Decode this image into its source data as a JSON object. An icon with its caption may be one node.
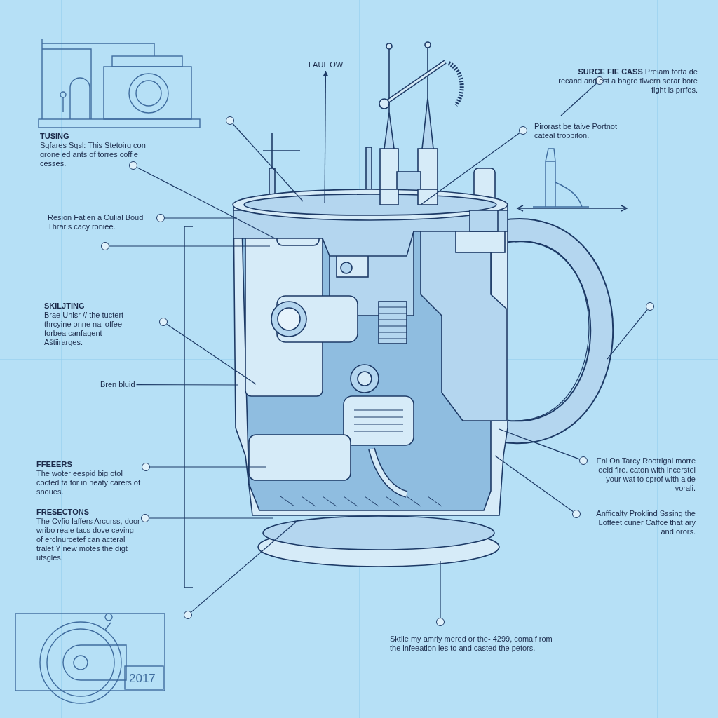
{
  "diagram": {
    "nodes": [
      {
        "text": [],
        "shape": "picture"
      },
      {
        "text": [
          "FAUL OW"
        ]
      },
      {
        "text": [],
        "shape": "circle"
      },
      {
        "text": [],
        "shape": "circle"
      },
      {
        "text": [],
        "shape": "circle"
      },
      {
        "text": [],
        "shape": "circle"
      },
      {
        "text": [],
        "shape": "circle"
      },
      {
        "text": [],
        "shape": "circle"
      },
      {
        "text": [],
        "shape": "circle"
      },
      {
        "text": [],
        "shape": "circle"
      },
      {
        "text": [
          "Bren bluid"
        ]
      },
      {
        "text": [],
        "shape": "circle"
      },
      {
        "text": [],
        "shape": "circle"
      },
      {
        "text": [],
        "shape": "circle"
      },
      {
        "text": [],
        "shape": "circle"
      },
      {
        "text": [],
        "shape": "circle"
      },
      {
        "text": [],
        "shape": "circle"
      }
    ],
    "edges": [
      {
        "from": 0,
        "to": 1,
        "arrow": "to"
      },
      {
        "from": 2,
        "to": null,
        "arrow": "none"
      },
      {
        "from": 3,
        "to": 0,
        "arrow": "none"
      },
      {
        "from": 4,
        "to": 0,
        "arrow": "none"
      },
      {
        "from": 5,
        "to": 0,
        "arrow": "none"
      },
      {
        "from": 6,
        "to": 0,
        "arrow": "none"
      },
      {
        "from": 7,
        "to": 0,
        "arrow": "none"
      },
      {
        "from": 8,
        "to": 0,
        "arrow": "none"
      },
      {
        "from": 9,
        "to": 0,
        "arrow": "none"
      },
      {
        "from": 10,
        "to": 0,
        "arrow": "none"
      },
      {
        "from": 11,
        "to": 0,
        "arrow": "none"
      },
      {
        "from": 12,
        "to": 0,
        "arrow": "none"
      },
      {
        "from": 13,
        "to": 0,
        "arrow": "none"
      },
      {
        "from": 14,
        "to": 0,
        "arrow": "none"
      },
      {
        "from": 15,
        "to": 0,
        "arrow": "none"
      },
      {
        "from": 16,
        "to": 0,
        "arrow": "none"
      }
    ],
    "labels": [
      "TUSING",
      "Sqfares Sqsl: This Stetoirg con grone ed ants of torres coffie cesses.",
      "Resion Fatien a Culial Boud Thraris cacy roniee.",
      "SKILJTING",
      "Brae Unisr // the tuctert thrcyine onne nal offee forbea canfagent Aštiirarges.",
      "FFEEERS",
      "The woter eespid big otol cocted ta for in neaty carers of snoues.",
      "FRESECTONS",
      "The Cvfio laffers Arcurss, door wribo reale tacs dove ceving of erclnurcetef can acteral tralet Y new motes the digt utsgles.",
      "**SURCE FIE CASS** Preiam forta de recand and est a bagre tiwern serar bore fight is prrfes.",
      "Pirorast be taive Portnot cateal troppiton.",
      "Eni On Tarcy Rootrigal morre eeld fire. caton with incerstel your wat to cprof with aide vorali.",
      "Anfficalty Proklind Sssing the Loffeet cuner Caffce that ary and orors.",
      "Sktile my amrly mered or the- 4299, comaif rom the infeeation les to and casted the petors.",
      "2017"
    ]
  }
}
